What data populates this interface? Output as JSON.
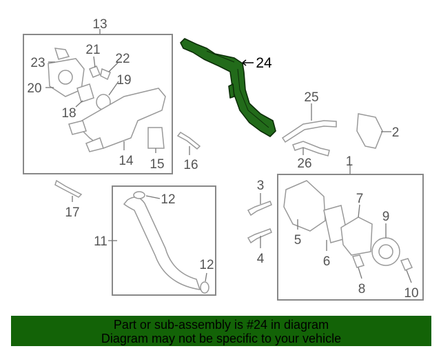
{
  "diagram": {
    "highlighted_part": "24",
    "highlight_color": "#226b1a",
    "labels": {
      "l13": "13",
      "l21": "21",
      "l22": "22",
      "l23": "23",
      "l20": "20",
      "l19": "19",
      "l18": "18",
      "l14": "14",
      "l15": "15",
      "l16": "16",
      "l17": "17",
      "l12a": "12",
      "l11": "11",
      "l12b": "12",
      "l24": "24",
      "l25": "25",
      "l2": "2",
      "l26": "26",
      "l1": "1",
      "l3": "3",
      "l4": "4",
      "l5": "5",
      "l6": "6",
      "l7": "7",
      "l8": "8",
      "l9": "9",
      "l10": "10"
    }
  },
  "banner": {
    "line1": "Part or sub-assembly is #24 in diagram",
    "line2": "Diagram may not be specific to your vehicle",
    "color": "#136307"
  }
}
